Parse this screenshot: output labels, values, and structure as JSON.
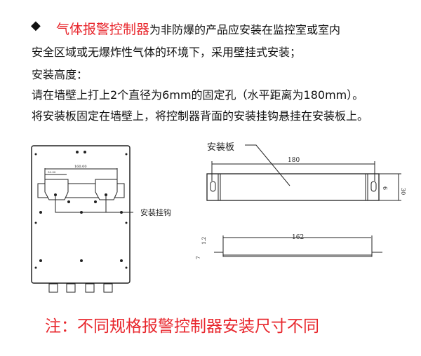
{
  "intro": {
    "bullet": "◆",
    "product_name": "气体报警控制器",
    "line1_rest": "为非防爆的产品应安装在监控室或室内",
    "line2": "安全区域或无爆炸性气体的环境下，采用壁挂式安装；",
    "line3": "安装高度：",
    "line4": "请在墙壁上打上2个直径为6mm的固定孔（水平距离为180mm）。",
    "line5": "将安装板固定在墙壁上，将控制器背面的安装挂钩悬挂在安装板上。"
  },
  "drawing_left": {
    "dim_total": "160.00",
    "dim_small": "50.00",
    "hook_label": "安装挂钩"
  },
  "drawing_right": {
    "plate_label": "安装板",
    "dim_length": "180",
    "dim_height": "30",
    "dim_slot": "6",
    "dim_inner": "162",
    "dim_thickness": "1.2",
    "dim_offset": "7"
  },
  "note": "注：不同规格报警控制器安装尺寸不同",
  "colors": {
    "accent": "#e8262c"
  }
}
